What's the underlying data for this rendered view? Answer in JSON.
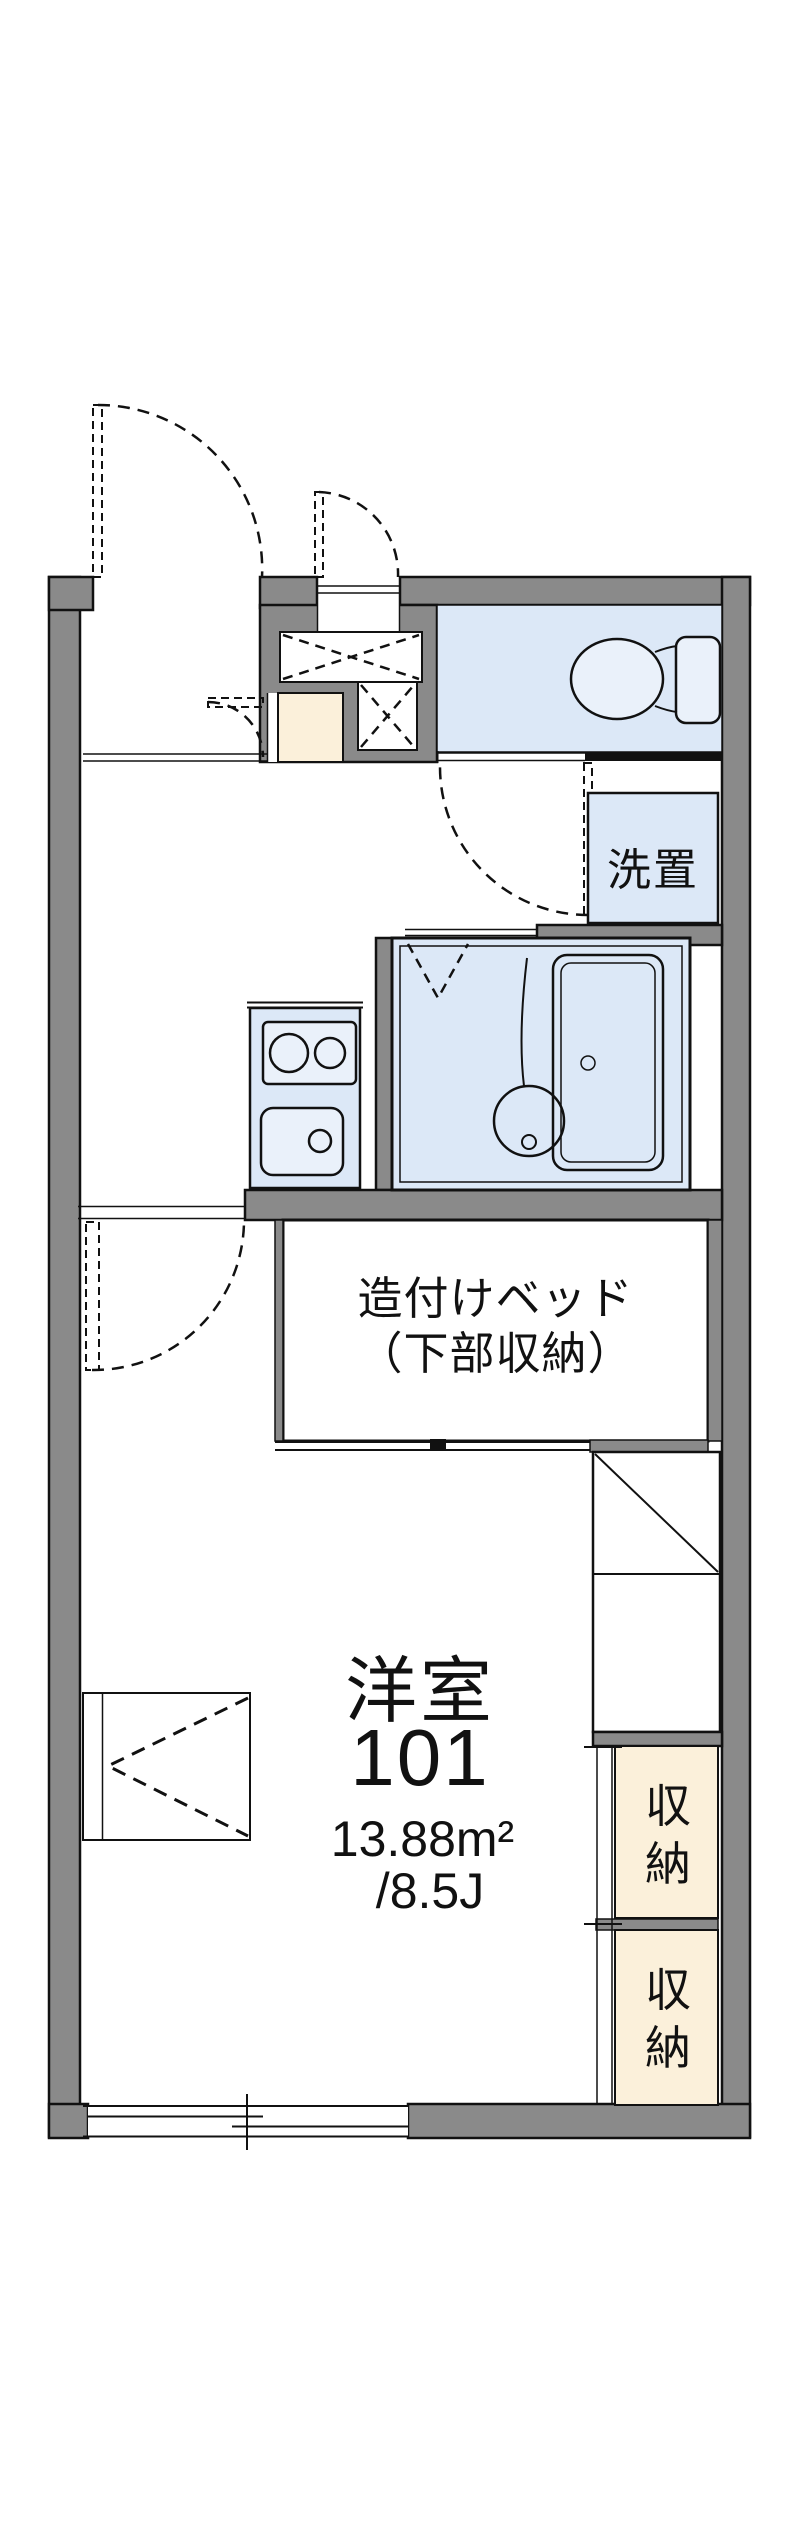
{
  "labels": {
    "bed_line1": "造付けベッド",
    "bed_line2": "（下部収納）",
    "washer": "洗置",
    "room_name": "洋室",
    "room_number": "101",
    "room_area": "13.88m²",
    "room_size_jo": "/8.5J",
    "closet_upper": "収納",
    "closet_lower": "収納"
  },
  "colors": {
    "wall": "#8a8a8a",
    "wet": "#dce8f7",
    "beige": "#fbf0da",
    "line": "#111111",
    "fixture": "#eaf1fa"
  }
}
